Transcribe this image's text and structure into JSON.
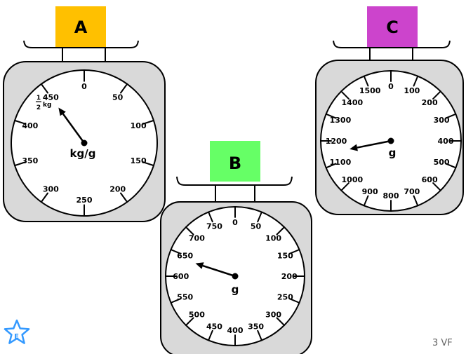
{
  "scales": [
    {
      "id": "scale-a",
      "label": "A",
      "label_color": "#FFC000",
      "unit": "kg/g",
      "half_kg": {
        "num": "1",
        "den": "2",
        "unit": "kg"
      },
      "reading": 450,
      "ticks": [
        {
          "value": 0,
          "text": "0"
        },
        {
          "value": 50,
          "text": "50"
        },
        {
          "value": 100,
          "text": "100"
        },
        {
          "value": 150,
          "text": "150"
        },
        {
          "value": 200,
          "text": "200"
        },
        {
          "value": 250,
          "text": "250"
        },
        {
          "value": 300,
          "text": "300"
        },
        {
          "value": 350,
          "text": "350"
        },
        {
          "value": 400,
          "text": "400"
        },
        {
          "value": 450,
          "text": "450"
        },
        {
          "value": 500,
          "text": ""
        }
      ]
    },
    {
      "id": "scale-b",
      "label": "B",
      "label_color": "#66FF66",
      "unit": "g",
      "reading": 640,
      "ticks": [
        {
          "value": 0,
          "text": "0"
        },
        {
          "value": 50,
          "text": "50"
        },
        {
          "value": 100,
          "text": "100"
        },
        {
          "value": 150,
          "text": "150"
        },
        {
          "value": 200,
          "text": "200"
        },
        {
          "value": 250,
          "text": "250"
        },
        {
          "value": 300,
          "text": "300"
        },
        {
          "value": 350,
          "text": "350"
        },
        {
          "value": 400,
          "text": "400"
        },
        {
          "value": 450,
          "text": "450"
        },
        {
          "value": 500,
          "text": "500"
        },
        {
          "value": 550,
          "text": "550"
        },
        {
          "value": 600,
          "text": "600"
        },
        {
          "value": 650,
          "text": "650"
        },
        {
          "value": 700,
          "text": "700"
        },
        {
          "value": 750,
          "text": "750"
        }
      ]
    },
    {
      "id": "scale-c",
      "label": "C",
      "label_color": "#CC44CC",
      "unit": "g",
      "reading": 1150,
      "ticks": [
        {
          "value": 0,
          "text": "0"
        },
        {
          "value": 100,
          "text": "100"
        },
        {
          "value": 200,
          "text": "200"
        },
        {
          "value": 300,
          "text": "300"
        },
        {
          "value": 400,
          "text": "400"
        },
        {
          "value": 500,
          "text": "500"
        },
        {
          "value": 600,
          "text": "600"
        },
        {
          "value": 700,
          "text": "700"
        },
        {
          "value": 800,
          "text": "800"
        },
        {
          "value": 900,
          "text": "900"
        },
        {
          "value": 1000,
          "text": "1000"
        },
        {
          "value": 1100,
          "text": "1100"
        },
        {
          "value": 1200,
          "text": "1200"
        },
        {
          "value": 1300,
          "text": "1300"
        },
        {
          "value": 1400,
          "text": "1400"
        },
        {
          "value": 1500,
          "text": "1500"
        }
      ]
    }
  ],
  "footer": {
    "text": "3 VF"
  },
  "badge": {
    "letter": "E",
    "color": "#3399FF"
  }
}
